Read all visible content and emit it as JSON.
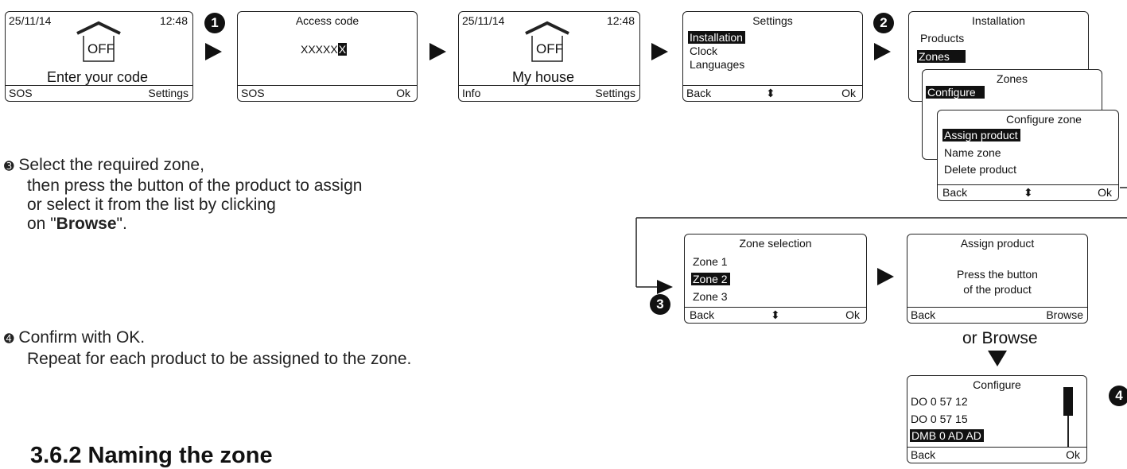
{
  "screens": {
    "home1": {
      "date": "25/11/14",
      "time": "12:48",
      "status": "OFF",
      "message": "Enter your code",
      "left": "SOS",
      "right": "Settings"
    },
    "access": {
      "title": "Access code",
      "code": "XXXXX",
      "cursor": "X",
      "left": "SOS",
      "right": "Ok"
    },
    "home2": {
      "date": "25/11/14",
      "time": "12:48",
      "status": "OFF",
      "message": "My house",
      "left": "Info",
      "right": "Settings"
    },
    "settings": {
      "title": "Settings",
      "items": [
        "Installation",
        "Clock",
        "Languages"
      ],
      "left": "Back",
      "mid": "⬍",
      "right": "Ok"
    },
    "installation": {
      "title": "Installation",
      "items": [
        "Products",
        "Zones"
      ]
    },
    "zones": {
      "title": "Zones",
      "items": [
        "Configure"
      ]
    },
    "configure_zone": {
      "title": "Configure zone",
      "items": [
        "Assign product",
        "Name zone",
        "Delete product"
      ],
      "left": "Back",
      "mid": "⬍",
      "right": "Ok"
    },
    "zone_selection": {
      "title": "Zone selection",
      "items": [
        "Zone 1",
        "Zone 2",
        "Zone 3"
      ],
      "left": "Back",
      "mid": "⬍",
      "right": "Ok"
    },
    "assign_product": {
      "title": "Assign product",
      "line1": "Press the button",
      "line2": "of the product",
      "left": "Back",
      "right": "Browse"
    },
    "configure_list": {
      "title": "Configure",
      "items": [
        "DO 0 57 12",
        "DO 0 57 15",
        "DMB 0 AD AD"
      ],
      "left": "Back",
      "right": "Ok"
    }
  },
  "steps": [
    "1",
    "2",
    "3",
    "4"
  ],
  "or_browse": "or Browse",
  "instructions": {
    "step3_marker": "➌",
    "step3_line1": "Select the required zone,",
    "step3_line2": "then press the button of the product to assign",
    "step3_line3": "or select it from the list by clicking",
    "step3_line4_prefix": "on \"",
    "step3_line4_bold": "Browse",
    "step3_line4_suffix": "\".",
    "step4_marker": "➍",
    "step4_line1": "Confirm with OK.",
    "step4_line2": "Repeat for each product to be assigned to the zone."
  },
  "section_heading": "3.6.2 Naming the zone"
}
